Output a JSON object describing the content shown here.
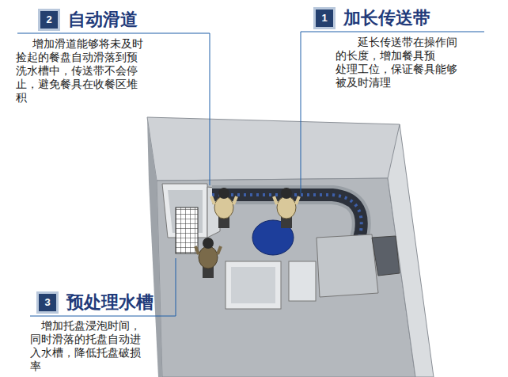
{
  "diagram": {
    "nodes": [
      {
        "text": [
          "2",
          "自动滑道"
        ]
      },
      {
        "text": [
          "1",
          "加长传送带"
        ]
      },
      {
        "text": [
          "3",
          "预处理水槽"
        ]
      }
    ],
    "labels": [
      "增加滑道能够将未及时 捡起的餐盘自动滑落到预 洗水槽中，传送带不会停 止，避免餐具在收餐区堆 积",
      "延长传送带在操作间 的长度，增加餐具预 处理工位，保证餐具能够 被及时清理",
      "增加托盘浸泡时间， 同时滑落的托盘自动进 入水槽，降低托盘破损 率"
    ]
  }
}
